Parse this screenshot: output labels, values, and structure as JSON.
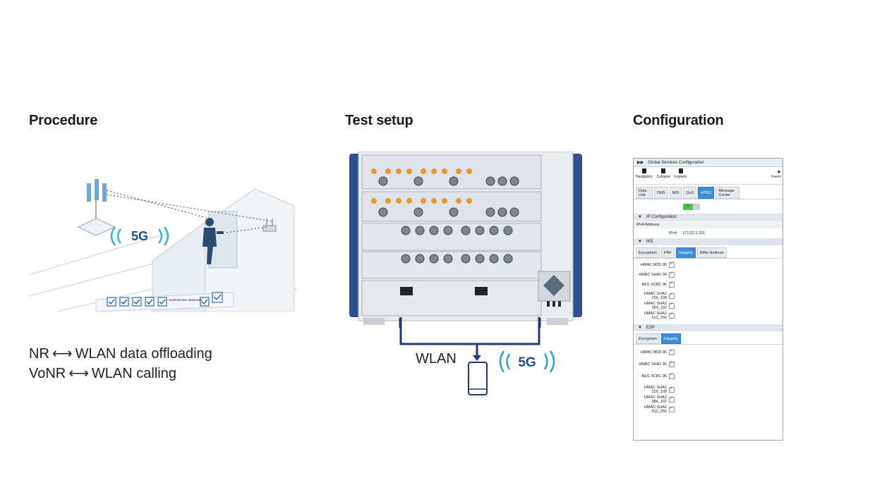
{
  "headings": {
    "procedure": "Procedure",
    "test_setup": "Test setup",
    "configuration": "Configuration"
  },
  "procedure": {
    "line1": {
      "left": "NR",
      "right": "WLAN data offloading"
    },
    "line2": {
      "left": "VoNR",
      "right": "WLAN calling"
    },
    "arrow_glyph": "⟷",
    "illustration": {
      "badge": "5G",
      "supporting_text": "SUPPORTING SERVICES",
      "checkbox_count": 7
    }
  },
  "test_setup": {
    "wlan_label": "WLAN",
    "badge": "5G"
  },
  "config_panel": {
    "title": "Global Services Configuration",
    "toolbar": [
      "Navigation",
      "Collapse",
      "Expand"
    ],
    "favorites": "Favori",
    "tabs": [
      {
        "label": "Data Unit",
        "active": false
      },
      {
        "label": "DNS",
        "active": false
      },
      {
        "label": "IMS",
        "active": false
      },
      {
        "label": "QoS",
        "active": false
      },
      {
        "label": "ePDG",
        "active": true
      },
      {
        "label": "Message Center",
        "active": false
      }
    ],
    "toggle_label": "On",
    "ip_section": "IP Configuration",
    "ipv4_header": "IPv4 Address",
    "ipv4_label": "IPv4",
    "ipv4_value": "172.22.1.201",
    "ike_section": "IKE",
    "ike_tabs": [
      {
        "label": "Encryption",
        "active": false
      },
      {
        "label": "PRF",
        "active": false
      },
      {
        "label": "Integrity",
        "active": true
      },
      {
        "label": "Diffie Hellman",
        "active": false
      }
    ],
    "ike_items": [
      "HMAC MD5 96",
      "HMAC SHA1 96",
      "AES XCBC 96",
      "HMAC SHA2\n256_128",
      "HMAC SHA2\n384_192",
      "HMAC SHA2\n512_256"
    ],
    "esp_section": "ESP",
    "esp_tabs": [
      {
        "label": "Encryption",
        "active": false
      },
      {
        "label": "Integrity",
        "active": true
      }
    ],
    "esp_items": [
      "HMAC MD5 96",
      "HMAC SHA1 96",
      "AES XCBC 96",
      "HMAC SHA2\n256_128",
      "HMAC SHA2\n384_192",
      "HMAC SHA2\n512_256"
    ]
  }
}
